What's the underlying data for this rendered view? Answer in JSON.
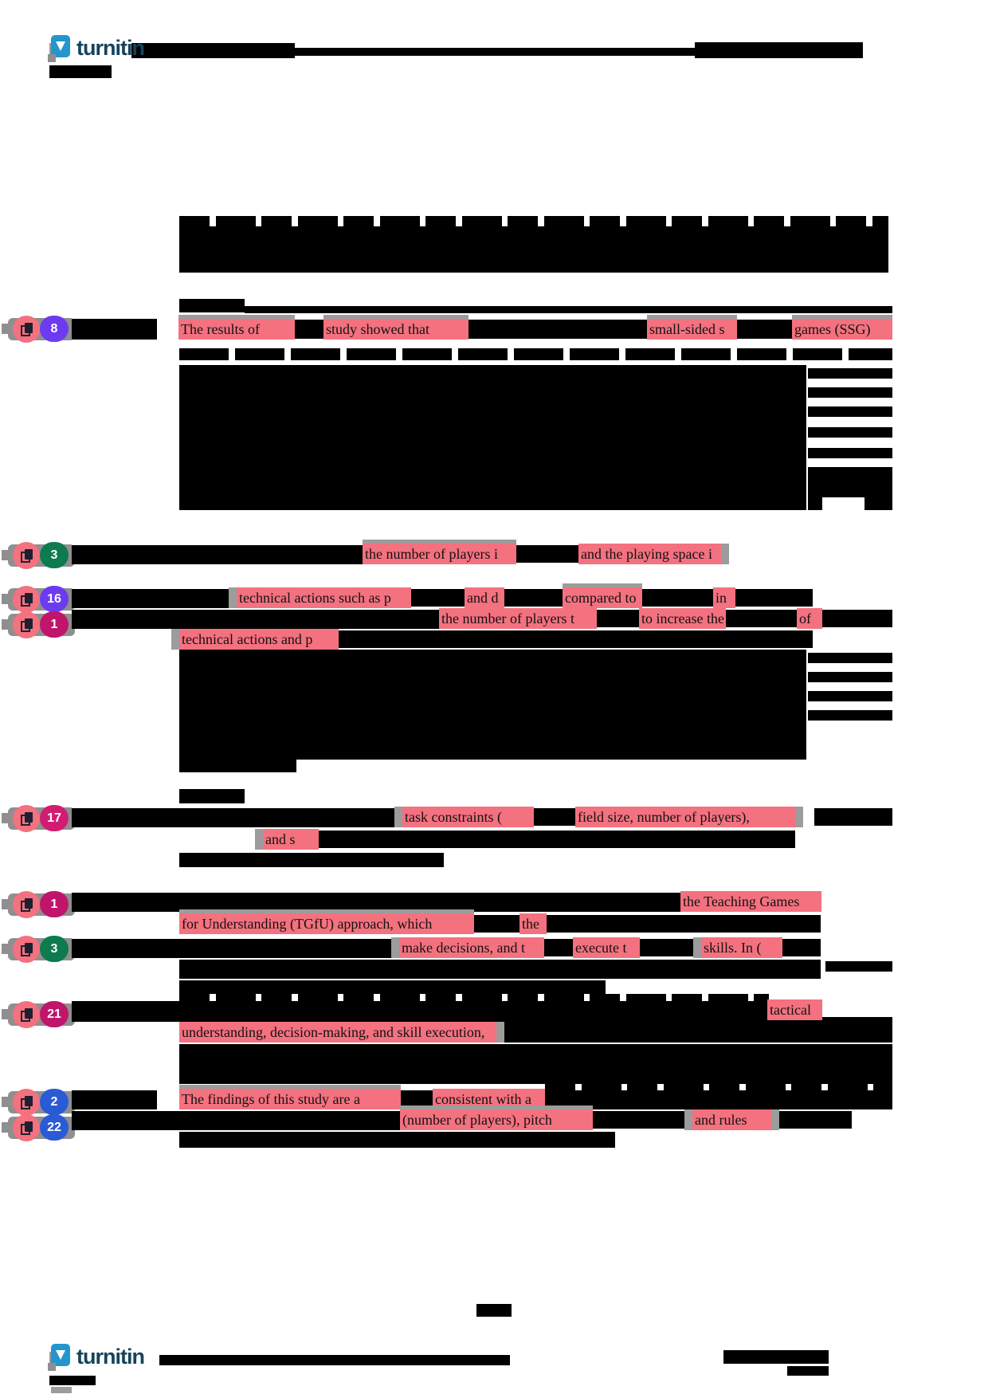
{
  "header": {
    "logo_text": "turnitin"
  },
  "footer": {
    "logo_text": "turnitin"
  },
  "accent_colors": {
    "highlight": "#f4717f",
    "badge_red": "#f4717f",
    "purple": "#6c3bf0",
    "green": "#0e7a4f",
    "magenta": "#c0156b",
    "pink": "#d01d72",
    "blue": "#2a5bd5",
    "redaction": "#000000"
  },
  "matches": [
    {
      "number": "8",
      "color": "#6c3bf0"
    },
    {
      "number": "3",
      "color": "#0e7a4f"
    },
    {
      "number": "16",
      "color": "#6c3bf0"
    },
    {
      "number": "1",
      "color": "#c0156b"
    },
    {
      "number": "17",
      "color": "#d01d72"
    },
    {
      "number": "1",
      "color": "#c0156b"
    },
    {
      "number": "3",
      "color": "#0e7a4f"
    },
    {
      "number": "21",
      "color": "#c0156b"
    },
    {
      "number": "2",
      "color": "#2a5bd5"
    },
    {
      "number": "22",
      "color": "#2a5bd5"
    }
  ],
  "highlights": {
    "p1_a": "The results of",
    "p1_b": "study showed that",
    "p1_c": "small-sided s",
    "p1_d": "games (SSG)",
    "p2_a": "the number of players i",
    "p2_b": "and the playing space i",
    "p3_a": "technical actions such as p",
    "p3_b": "and d",
    "p3_c": "compared to",
    "p3_d": "in",
    "p4_a": "the number of players t",
    "p4_b": "to increase the",
    "p4_c": "of",
    "p5_a": "technical actions and p",
    "p6_a": "task constraints (",
    "p6_b": "field size, number of players),",
    "p6_c": "and s",
    "p7_a": "the Teaching Games",
    "p7_b": "for Understanding (TGfU) approach, which",
    "p7_c": "the",
    "p7_d": "make decisions, and t",
    "p7_e": "execute t",
    "p7_f": "skills. In (",
    "p8_a": "tactical",
    "p8_b": "understanding, decision-making, and skill execution,",
    "p9_a": "The findings of this study are a",
    "p9_b": "consistent with a",
    "p9_c": "(number of players), pitch",
    "p9_d": "and rules"
  }
}
